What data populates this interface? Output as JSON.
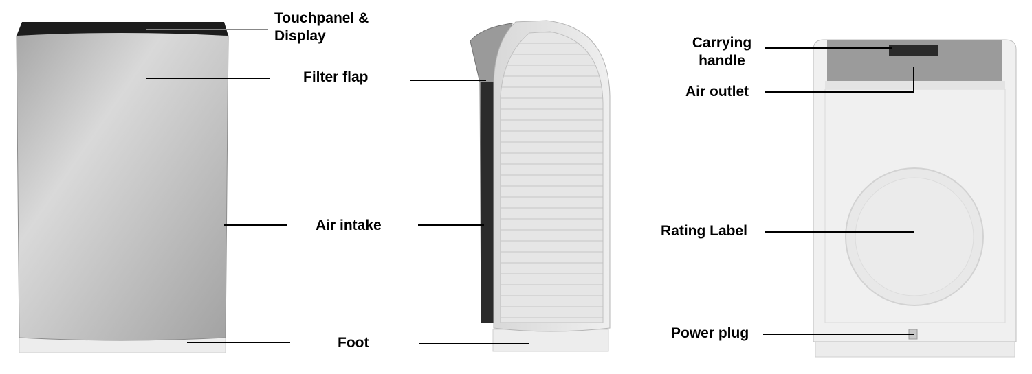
{
  "labels": {
    "touchpanel_line1": "Touchpanel &",
    "touchpanel_line2": "Display",
    "filter_flap": "Filter flap",
    "air_intake": "Air intake",
    "foot": "Foot",
    "carrying_line1": "Carrying",
    "carrying_line2": "handle",
    "air_outlet": "Air outlet",
    "rating_label": "Rating Label",
    "power_plug": "Power plug"
  },
  "colors": {
    "background": "#ffffff",
    "leader_line": "#000000",
    "front_panel_light": "#d4d4d4",
    "front_panel_dark": "#9c9c9c",
    "device_body": "#ececec",
    "touchpanel": "#1a1a1a"
  }
}
